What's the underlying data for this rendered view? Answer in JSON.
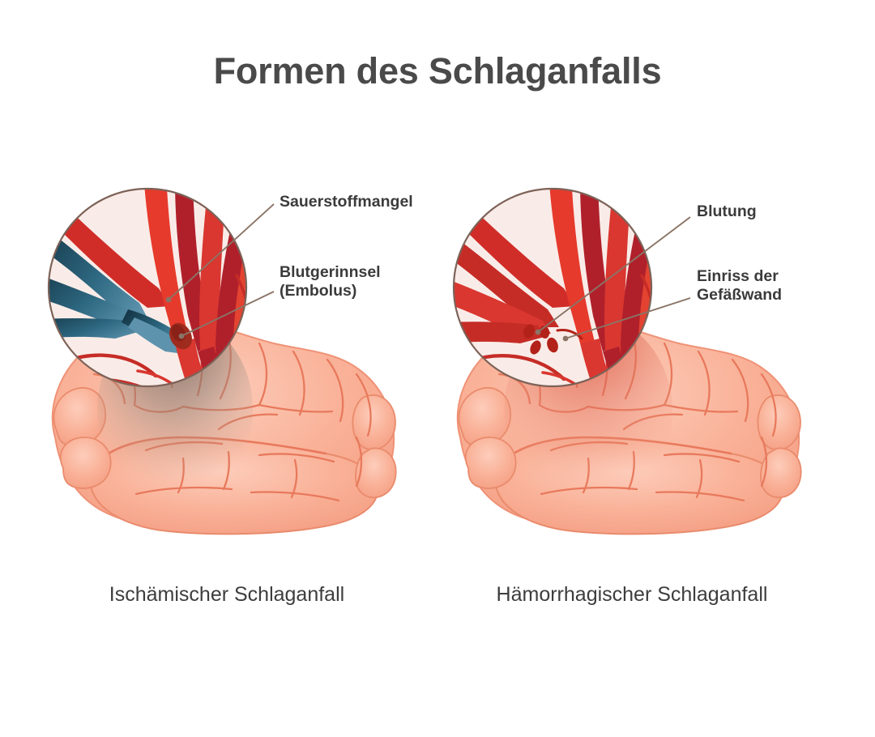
{
  "title": "Formen des Schlaganfalls",
  "colors": {
    "background": "#ffffff",
    "title_text": "#4a4a4a",
    "label_text": "#3b3b3b",
    "caption_text": "#3d3d3d",
    "leader_line": "#8a7466",
    "magnifier_fill": "#f9ece8",
    "magnifier_border": "#7d6258",
    "brain_fill": "#f8ab93",
    "brain_fill_light": "#fcc6b3",
    "brain_sulci": "#e8795c",
    "artery_red": "#e03127",
    "artery_dark_red": "#b0202b",
    "vein_blue": "#1d4557",
    "vein_light_blue": "#4e86a2",
    "clot_dark": "#9e2b1e",
    "ischemic_shadow": "#7d6f66",
    "hemorrhage_tint": "#e06a5c"
  },
  "panels": [
    {
      "id": "ischemic",
      "caption": "Ischämischer Schlaganfall",
      "magnifier": {
        "name": "ischemic-magnifier",
        "has_vein": true,
        "has_clot": true,
        "has_droplets": false
      },
      "brain": {
        "name": "ischemic-brain",
        "lesion_type": "ischemic-shadow"
      },
      "labels": [
        {
          "id": "oxygen-deficiency",
          "text": "Sauerstoffmangel",
          "lines": [
            "Sauerstoffmangel"
          ]
        },
        {
          "id": "blood-clot",
          "text": "Blutgerinnsel\n(Embolus)",
          "lines": [
            "Blutgerinnsel",
            "(Embolus)"
          ]
        }
      ]
    },
    {
      "id": "hemorrhagic",
      "caption": "Hämorrhagischer Schlaganfall",
      "magnifier": {
        "name": "hemorrhagic-magnifier",
        "has_vein": false,
        "has_clot": false,
        "has_droplets": true
      },
      "brain": {
        "name": "hemorrhagic-brain",
        "lesion_type": "hemorrhage-tint"
      },
      "labels": [
        {
          "id": "bleeding",
          "text": "Blutung",
          "lines": [
            "Blutung"
          ]
        },
        {
          "id": "vessel-wall-rupture",
          "text": "Einriss der\nGefäßwand",
          "lines": [
            "Einriss der",
            "Gefäßwand"
          ]
        }
      ]
    }
  ]
}
